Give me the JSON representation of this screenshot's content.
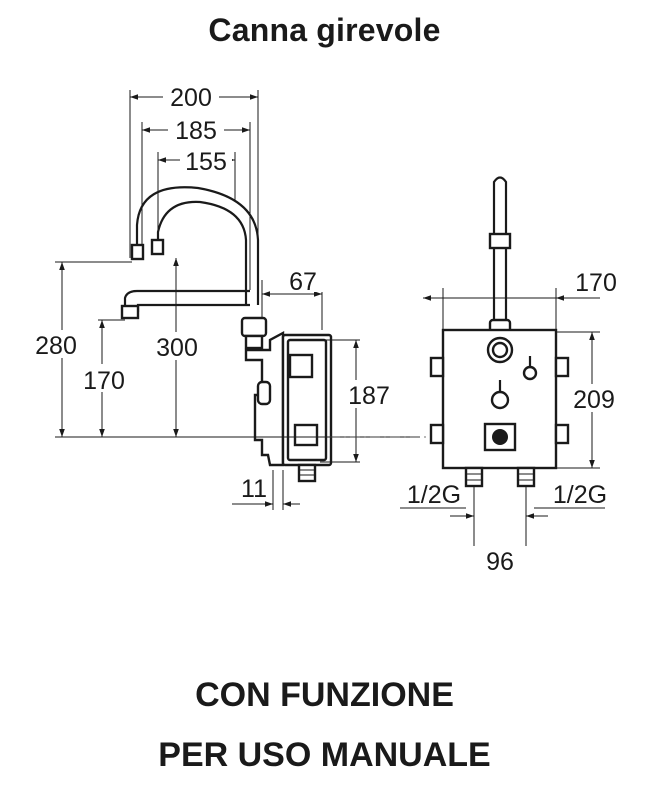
{
  "title": "Canna girevole",
  "footer": {
    "line1": "CON FUNZIONE",
    "line2": "PER USO MANUALE"
  },
  "dimensions": {
    "side_view": {
      "width_200": "200",
      "width_185": "185",
      "width_155": "155",
      "height_280": "280",
      "height_300": "300",
      "height_170": "170",
      "depth_67": "67",
      "height_187": "187",
      "offset_11": "11"
    },
    "front_view": {
      "width_170": "170",
      "height_209": "209",
      "thread_left": "1/2G",
      "thread_right": "1/2G",
      "spacing_96": "96"
    }
  }
}
